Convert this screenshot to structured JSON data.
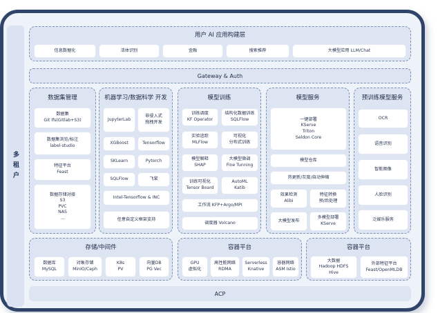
{
  "tenant": "多租户",
  "app_layer": {
    "title": "用户 AI 应用构建层",
    "items": [
      "信息数据化",
      "活体识别",
      "金融",
      "搜索推荐",
      "大模型应用 LLM/Chat"
    ]
  },
  "gateway": "Gateway & Auth",
  "dataset_mgmt": {
    "title": "数据集管理",
    "items": [
      [
        "数据集",
        "Git lfs(Gitlab+S3)"
      ],
      [
        "数据集浏览/标注",
        "label-studio"
      ],
      [
        "特征平台",
        "Feast"
      ],
      [
        "数据存储对接",
        "S3",
        "PVC",
        "NAS",
        "..."
      ]
    ]
  },
  "ml_ds": {
    "title": "机器学习/数据科学 开发",
    "items": [
      [
        "JupyterLab"
      ],
      [
        "非侵入式",
        "拖拽开发"
      ],
      [
        "XGBoost"
      ],
      [
        "Tensorflow"
      ],
      [
        "SKLearn"
      ],
      [
        "Pytorch"
      ],
      [
        "SQLFlow"
      ],
      [
        "飞桨"
      ],
      [
        "Intel-Tensorflow & INC"
      ],
      [
        "任意自定义框架支持"
      ]
    ]
  },
  "training": {
    "title": "模型训练",
    "items": [
      [
        "训练调度",
        "KF Operator"
      ],
      [
        "结构化数据训练",
        "SQLFlow"
      ],
      [
        "实验追踪",
        "MLFlow"
      ],
      [
        "可视化",
        "分布式训练"
      ],
      [
        "模型解释",
        "SHAP"
      ],
      [
        "大模型微调",
        "Fine Tunning"
      ],
      [
        "训练可视化",
        "Tensor Board"
      ],
      [
        "AutoML",
        "Katib"
      ],
      [
        "工作流 KFP+Argo/MPI"
      ],
      [
        "调度器 Volcano"
      ]
    ]
  },
  "serving": {
    "title": "模型服务",
    "items": [
      [
        "一键部署",
        "KServe",
        "Triton",
        "Seldon Core"
      ],
      [
        "模型仓库"
      ],
      [
        "热更新/灰度/自动伸缩"
      ],
      [
        "效果检测",
        "Alibi"
      ],
      [
        "特征转换",
        "预/后处理"
      ],
      [
        "大模型发布"
      ],
      [
        "多模型部署",
        "KServe"
      ]
    ]
  },
  "pretrained": {
    "title": "预训练模型服务",
    "items": [
      "OCR",
      "语音识别",
      "智能图像",
      "人脸识别",
      "泛娱乐服务"
    ]
  },
  "storage": {
    "title": "存储/中间件",
    "items": [
      [
        "数据库",
        "MySQL"
      ],
      [
        "对象存储",
        "MinIO/Ceph"
      ],
      [
        "K8s",
        "PV"
      ],
      [
        "向量DB",
        "PG Vec"
      ]
    ]
  },
  "container1": {
    "title": "容器平台",
    "items": [
      [
        "GPU",
        "虚拟化"
      ],
      [
        "高性能网络",
        "RDMA"
      ],
      [
        "Serverless",
        "Knative"
      ],
      [
        "容器网络",
        "ASM Istio"
      ]
    ]
  },
  "container2": {
    "title": "容器平台",
    "items": [
      [
        "大数据",
        "Hadoop HDFS",
        "Hive"
      ],
      [
        "外部特征平台",
        "Feast/OpenMLDB"
      ]
    ]
  },
  "acp": "ACP"
}
